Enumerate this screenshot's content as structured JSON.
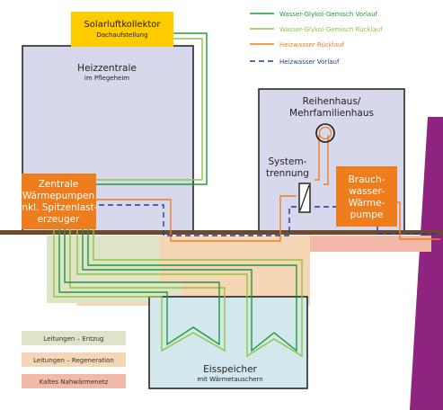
{
  "solar": {
    "title": "Solarluftkollektor",
    "subtitle": "Dachaufstellung"
  },
  "heizzentrale": {
    "title": "Heizzentrale",
    "subtitle": "im Pflegeheim"
  },
  "waermepumpen": {
    "lines": [
      "Zentrale",
      "Wärmepumpen",
      "inkl. Spitzenlast-",
      "erzeuger"
    ]
  },
  "reihenhaus": {
    "lines": [
      "Reihenhaus/",
      "Mehrfamilienhaus"
    ]
  },
  "systemtrennung": {
    "lines": [
      "System-",
      "trennung"
    ]
  },
  "brauchwasser": {
    "lines": [
      "Brauch-",
      "wasser-",
      "Wärme-",
      "pumpe"
    ]
  },
  "eisspeicher": {
    "title": "Eisspeicher",
    "subtitle": "mit Wärmetauschern"
  },
  "line_legend": [
    {
      "label": "Wasser-Glykol-Gemisch Vorlauf",
      "color": "#1f9a3a",
      "style": "solid"
    },
    {
      "label": "Wasser-Glykol-Gemisch Rücklauf",
      "color": "#8cc63f",
      "style": "solid"
    },
    {
      "label": "Heizwasser Rücklauf",
      "color": "#ee7d1e",
      "style": "solid"
    },
    {
      "label": "Heizwasser Vorlauf",
      "color": "#1d3d99",
      "style": "dashed"
    }
  ],
  "area_legend": [
    {
      "label": "Leitungen – Entzug",
      "color": "#dfe3c7"
    },
    {
      "label": "Leitungen – Regeneration",
      "color": "#f5d7b6"
    },
    {
      "label": "Kaltes Nahwärmenetz",
      "color": "#f3b9a8"
    }
  ],
  "colors": {
    "building_fill": "#d7d8ec",
    "orange": "#ee7d1e",
    "solar_yellow": "#ffcc00",
    "ice_fill": "#d2e8ec",
    "ground": "#6b4a2f",
    "purple": "#8f2480"
  }
}
